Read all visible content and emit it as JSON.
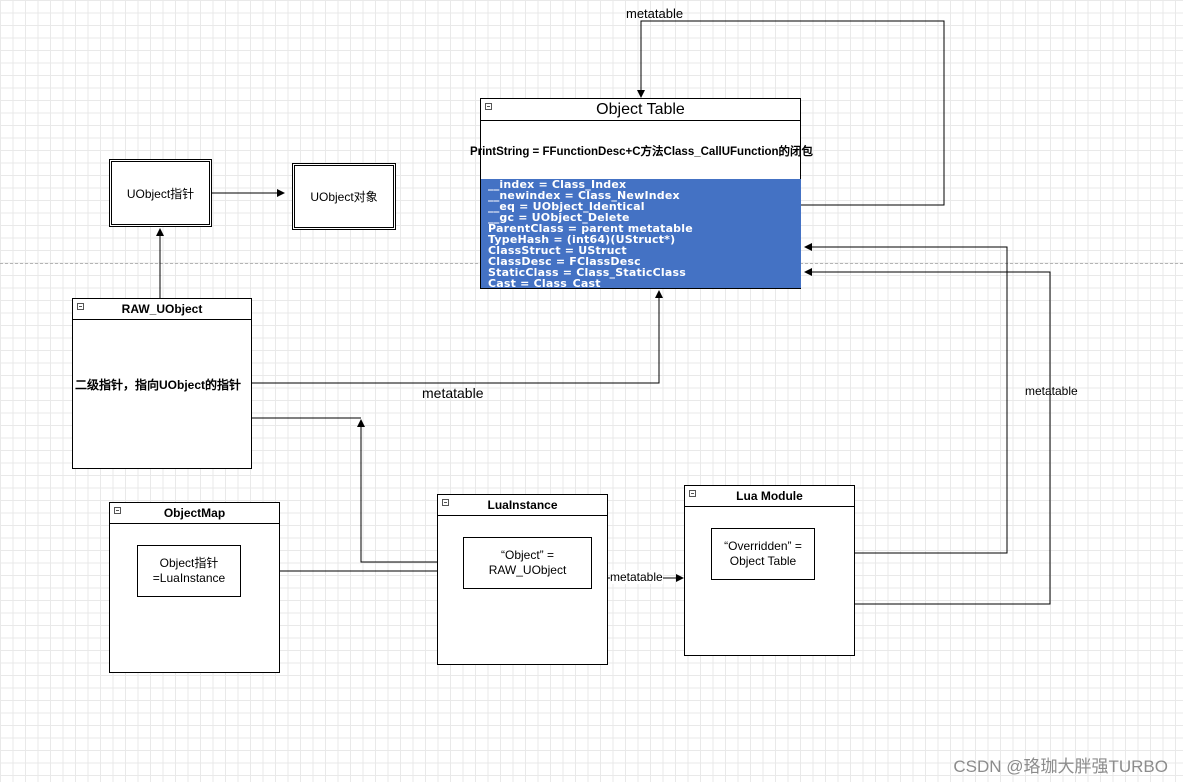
{
  "object_table": {
    "title": "Object Table",
    "description": "PrintString = FFunctionDesc+C方法Class_CallUFunction的闭包",
    "fields": [
      "__index = Class_Index",
      "__newindex = Class_NewIndex",
      "__eq = UObject_Identical",
      "__gc = UObject_Delete",
      "ParentClass = parent metatable",
      "TypeHash = (int64)(UStruct*)",
      "ClassStruct  = UStruct",
      "ClassDesc = FClassDesc",
      "StaticClass = Class_StaticClass",
      "Cast = Class_Cast"
    ]
  },
  "uobject_pointer": {
    "label": "UObject指针"
  },
  "uobject_object": {
    "label": "UObject对象"
  },
  "raw_uobject": {
    "title": "RAW_UObject",
    "text": "二级指针，指向UObject的指针"
  },
  "object_map": {
    "title": "ObjectMap",
    "entry_line1": "Object指针",
    "entry_line2": "=LuaInstance"
  },
  "lua_instance": {
    "title": "LuaInstance",
    "entry_line1": "“Object” =",
    "entry_line2": "RAW_UObject"
  },
  "lua_module": {
    "title": "Lua Module",
    "entry_line1": "“Overridden” =",
    "entry_line2": "Object Table"
  },
  "edge_labels": {
    "top": "metatable",
    "raw_to_table": "metatable",
    "module_to_table": "metatable",
    "instance_to_module": "metatable"
  },
  "watermark": "CSDN @珞珈大胖强TURBO"
}
